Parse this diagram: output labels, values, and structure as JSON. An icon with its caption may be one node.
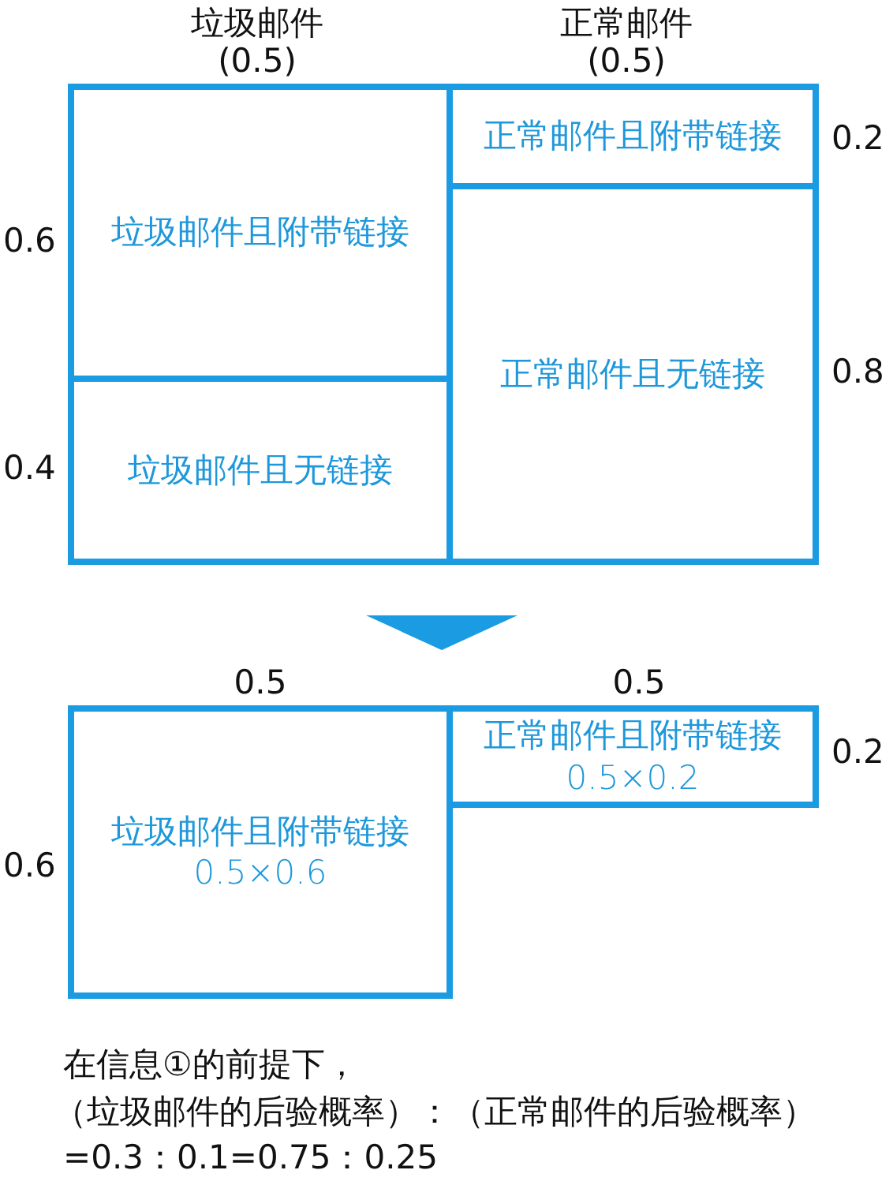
{
  "diagram": {
    "nodes": [
      {
        "text": [
          "垃圾邮件且附带链接"
        ]
      },
      {
        "text": [
          "垃圾邮件且无链接"
        ]
      },
      {
        "text": [
          "正常邮件且附带链接"
        ]
      },
      {
        "text": [
          "正常邮件且无链接"
        ]
      },
      {
        "text": [
          "垃圾邮件且附带链接",
          "0.5×0.6"
        ]
      },
      {
        "text": [
          "正常邮件且附带链接",
          "0.5×0.2"
        ]
      }
    ],
    "labels": [
      "垃圾邮件",
      "(0.5)",
      "正常邮件",
      "(0.5)",
      "0.6",
      "0.4",
      "0.2",
      "0.8",
      "0.5",
      "0.5",
      "0.6",
      "0.2",
      "在信息①的前提下，",
      "（垃圾邮件的后验概率）：（正常邮件的后验概率）",
      "=0.3：0.1=0.75：0.25"
    ]
  }
}
